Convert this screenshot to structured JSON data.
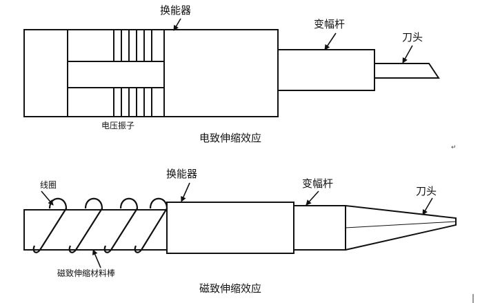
{
  "top_diagram": {
    "label_transducer": "换能器",
    "label_horn": "变幅杆",
    "label_blade": "刀头",
    "label_piezo": "电压振子",
    "caption": "电致伸缩效应"
  },
  "bottom_diagram": {
    "label_transducer": "换能器",
    "label_horn": "变幅杆",
    "label_blade": "刀头",
    "label_coil": "线圈",
    "label_rod": "磁致伸缩材料棒",
    "caption": "磁致伸缩效应"
  },
  "paragraph_mark": "↵"
}
